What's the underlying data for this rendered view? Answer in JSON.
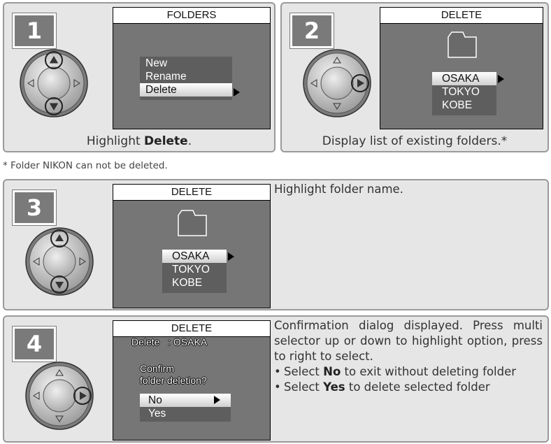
{
  "steps": {
    "s1": {
      "number": "1",
      "screen_title": "FOLDERS",
      "menu": [
        "New",
        "Rename",
        "Delete"
      ],
      "caption_pre": "Highlight ",
      "caption_bold": "Delete",
      "caption_post": "."
    },
    "s2": {
      "number": "2",
      "screen_title": "DELETE",
      "folders": [
        "OSAKA",
        "TOKYO",
        "KOBE"
      ],
      "caption": "Display list of existing folders.*"
    },
    "s3": {
      "number": "3",
      "screen_title": "DELETE",
      "folders": [
        "OSAKA",
        "TOKYO",
        "KOBE"
      ],
      "text": "Highlight folder name."
    },
    "s4": {
      "number": "4",
      "screen_title": "DELETE",
      "delete_line": "Delete   : OSAKA",
      "confirm_line1": "Confirm",
      "confirm_line2": "folder deletion?",
      "options": [
        "No",
        "Yes"
      ],
      "text": "Confirmation dialog displayed.  Press multi selector up or down to highlight option, press to right to select.",
      "bullet1_pre": "Select ",
      "bullet1_bold": "No",
      "bullet1_post": " to exit without deleting folder",
      "bullet2_pre": "Select ",
      "bullet2_bold": "Yes",
      "bullet2_post": " to delete selected folder",
      "bullet_char": "•"
    }
  },
  "footnote": "* Folder NIKON can not be deleted."
}
